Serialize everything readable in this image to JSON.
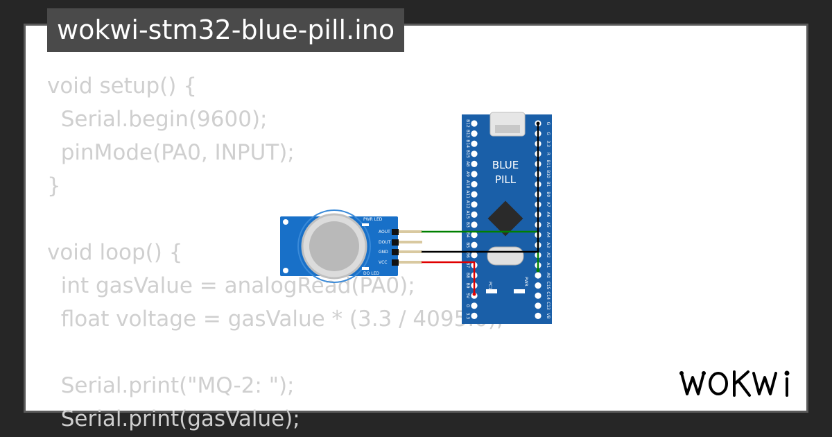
{
  "window": {
    "title": "wokwi-stm32-blue-pill.ino"
  },
  "code": {
    "lines": [
      "void setup() {",
      "  Serial.begin(9600);",
      "  pinMode(PA0, INPUT);",
      "}",
      "",
      "void loop() {",
      "  int gasValue = analogRead(PA0);",
      "  float voltage = gasValue * (3.3 / 4095.0);",
      "",
      "  Serial.print(\"MQ-2: \");",
      "  Serial.print(gasValue);"
    ]
  },
  "sensor": {
    "pins": [
      "AOUT",
      "DOUT",
      "GND",
      "VCC"
    ],
    "leds": {
      "power": "PWR LED",
      "data": "DO LED"
    }
  },
  "board": {
    "name_line1": "BLUE",
    "name_line2": "PILL",
    "left_pins": [
      "B12",
      "B13",
      "B14",
      "B15",
      "A8",
      "A9",
      "A10",
      "A11",
      "A12",
      "A15",
      "B3",
      "B4",
      "B5",
      "B6",
      "B7",
      "B8",
      "B9",
      "5V",
      "G",
      "3.3"
    ],
    "right_pins": [
      "G",
      "G",
      "3.3",
      "R",
      "B11",
      "B10",
      "B1",
      "B0",
      "A7",
      "A6",
      "A5",
      "A4",
      "A3",
      "A2",
      "A1",
      "A0",
      "C15",
      "C14",
      "C13",
      "VB"
    ],
    "led_labels": {
      "pc13": "PC13",
      "pwr": "PWR"
    }
  },
  "wires": [
    {
      "from": "AOUT",
      "to": "A0",
      "color": "#008000"
    },
    {
      "from": "GND",
      "to": "G",
      "color": "#000000"
    },
    {
      "from": "VCC",
      "to": "5V",
      "color": "#e00000"
    }
  ],
  "brand": {
    "logo_name": "WOKWI"
  },
  "colors": {
    "page_bg": "#262626",
    "board": "#1a5fa8",
    "sensor": "#1870c8",
    "code_text": "#cfcfcf"
  }
}
